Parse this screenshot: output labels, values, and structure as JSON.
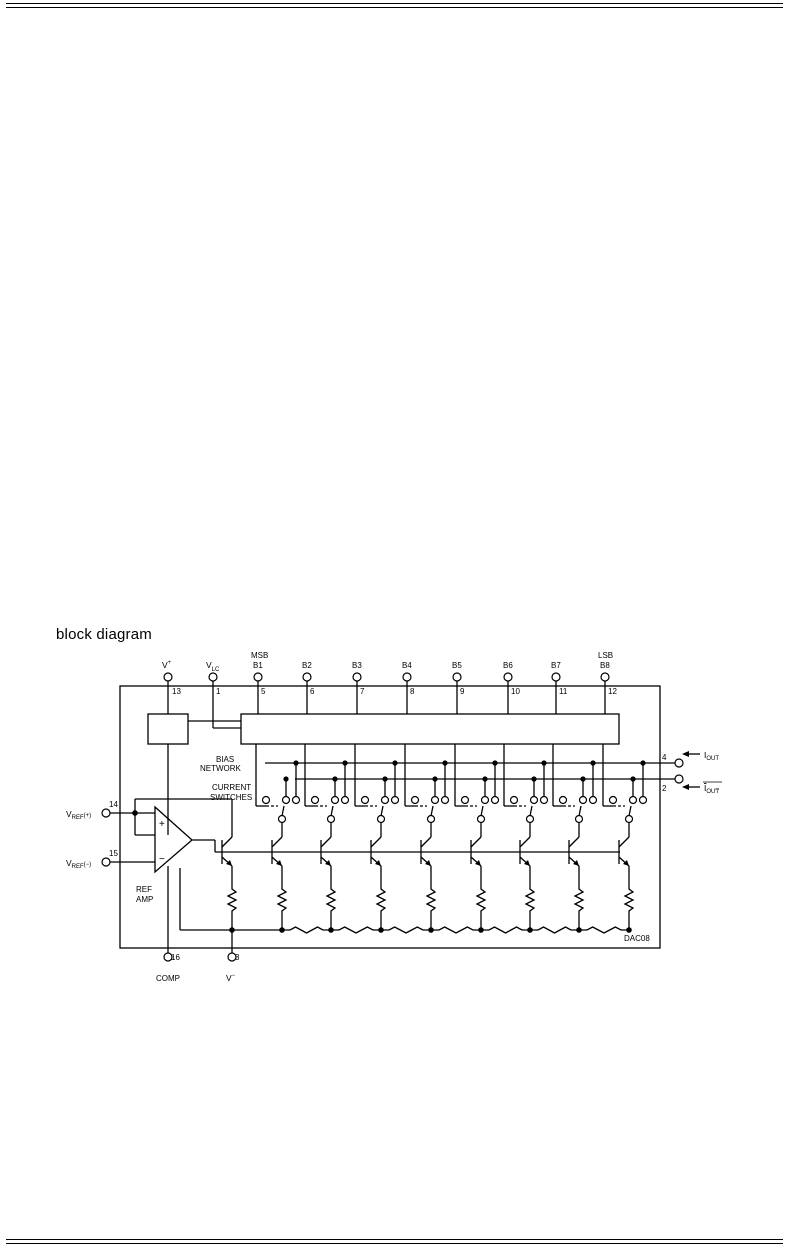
{
  "section_heading": "block diagram",
  "diagram": {
    "power": {
      "vplus": {
        "label": "V",
        "sup": "+",
        "pin": "13"
      },
      "vlc": {
        "label": "V",
        "sub": "LC",
        "pin": "1"
      },
      "vminus": {
        "label": "V",
        "sup": "−",
        "pin": "3"
      },
      "comp": {
        "label": "COMP",
        "pin": "16"
      }
    },
    "msb_label": "MSB",
    "lsb_label": "LSB",
    "bits": [
      {
        "label": "B1",
        "pin": "5"
      },
      {
        "label": "B2",
        "pin": "6"
      },
      {
        "label": "B3",
        "pin": "7"
      },
      {
        "label": "B4",
        "pin": "8"
      },
      {
        "label": "B5",
        "pin": "9"
      },
      {
        "label": "B6",
        "pin": "10"
      },
      {
        "label": "B7",
        "pin": "11"
      },
      {
        "label": "B8",
        "pin": "12"
      }
    ],
    "bias_network": [
      "BIAS",
      "NETWORK"
    ],
    "current_switches": [
      "CURRENT",
      "SWITCHES"
    ],
    "ref_amp": [
      "REF",
      "AMP"
    ],
    "vref_plus": {
      "label": "V",
      "sub": "REF",
      "suffix": "(+)",
      "pin": "14"
    },
    "vref_minus": {
      "label": "V",
      "sub": "REF",
      "suffix": "(−)",
      "pin": "15"
    },
    "iout": {
      "label": "I",
      "sub": "OUT",
      "pin": "4"
    },
    "iout_bar": {
      "label": "I",
      "sub": "OUT",
      "pin": "2"
    },
    "plus_sign": "+",
    "minus_sign": "−",
    "part_name": "DAC08"
  }
}
